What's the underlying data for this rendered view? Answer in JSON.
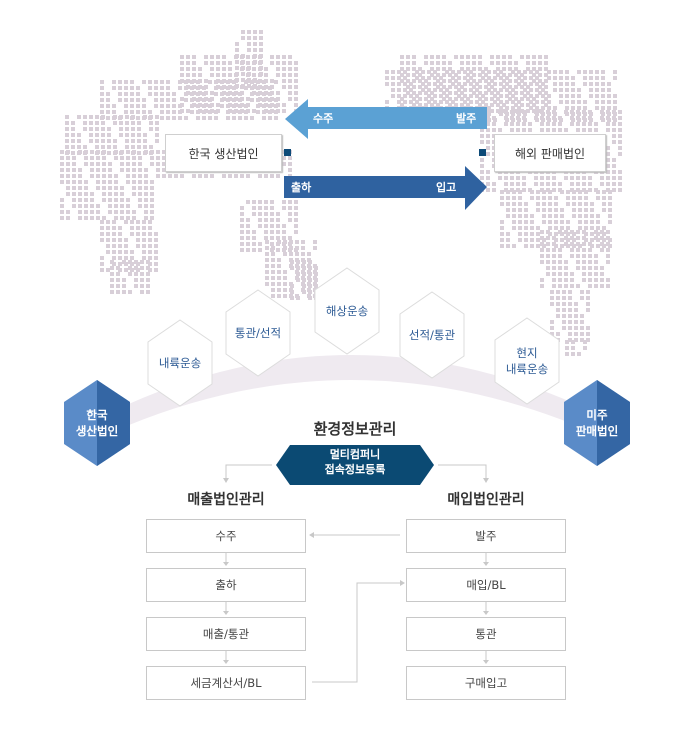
{
  "trade": {
    "korea_entity": "한국 생산법인",
    "overseas_entity": "해외 판매법인",
    "order_arrow": {
      "left": "수주",
      "right": "발주"
    },
    "ship_arrow": {
      "left": "출하",
      "right": "입고"
    }
  },
  "logistics": {
    "start": [
      "한국",
      "생산법인"
    ],
    "steps": [
      {
        "lines": [
          "내륙운송"
        ]
      },
      {
        "lines": [
          "통관/선적"
        ]
      },
      {
        "lines": [
          "해상운송"
        ]
      },
      {
        "lines": [
          "선적/통관"
        ]
      },
      {
        "lines": [
          "현지",
          "내륙운송"
        ]
      }
    ],
    "end": [
      "미주",
      "판매법인"
    ]
  },
  "management": {
    "title": "환경정보관리",
    "banner": [
      "멀티컴퍼니",
      "접속정보등록"
    ],
    "sales": {
      "title": "매출법인관리",
      "steps": [
        "수주",
        "출하",
        "매출/통관",
        "세금계산서/BL"
      ]
    },
    "purchase": {
      "title": "매입법인관리",
      "steps": [
        "발주",
        "매입/BL",
        "통관",
        "구매입고"
      ]
    }
  },
  "colors": {
    "light_blue": "#5ba1d4",
    "dark_blue": "#2f62a0",
    "navy": "#0b4a73",
    "dots": "#d8cfd8"
  }
}
